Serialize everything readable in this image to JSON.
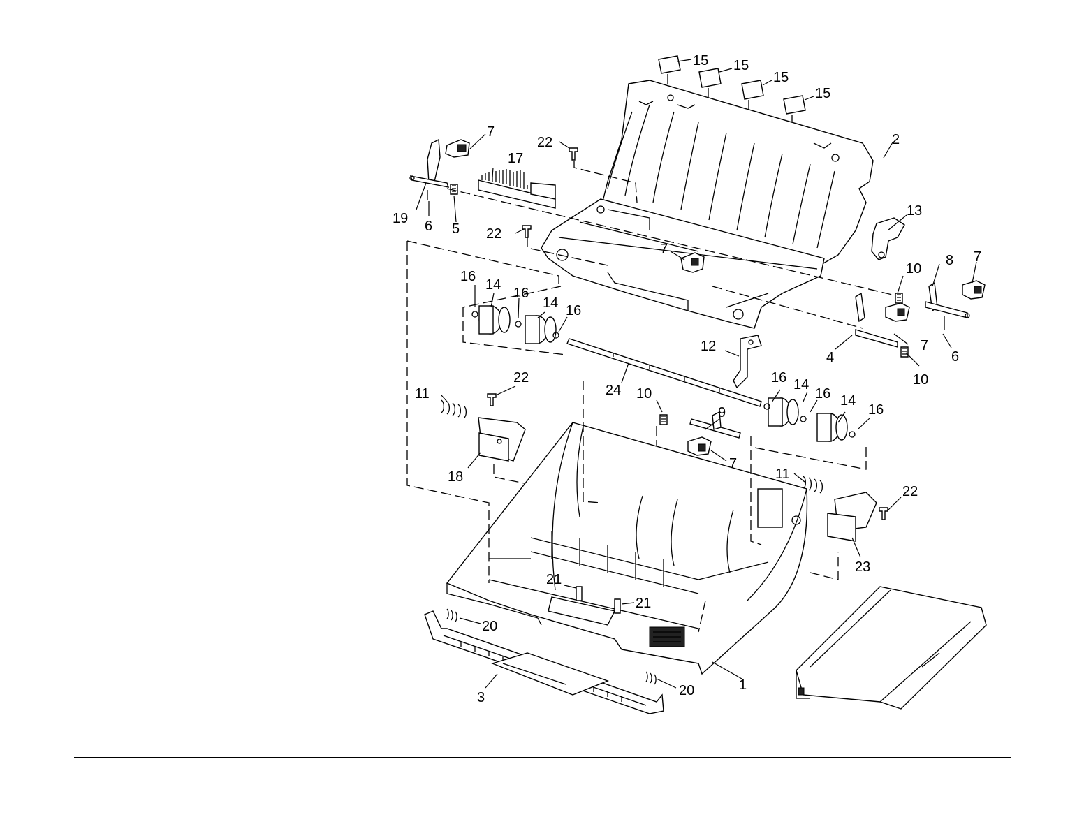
{
  "diagram": {
    "callouts": [
      {
        "id": "c15a",
        "text": "15"
      },
      {
        "id": "c15b",
        "text": "15"
      },
      {
        "id": "c15c",
        "text": "15"
      },
      {
        "id": "c15d",
        "text": "15"
      },
      {
        "id": "c7a",
        "text": "7"
      },
      {
        "id": "c22a",
        "text": "22"
      },
      {
        "id": "c17",
        "text": "17"
      },
      {
        "id": "c2",
        "text": "2"
      },
      {
        "id": "c19",
        "text": "19"
      },
      {
        "id": "c6a",
        "text": "6"
      },
      {
        "id": "c5",
        "text": "5"
      },
      {
        "id": "c22b",
        "text": "22"
      },
      {
        "id": "c13",
        "text": "13"
      },
      {
        "id": "c7b",
        "text": "7"
      },
      {
        "id": "c10a",
        "text": "10"
      },
      {
        "id": "c8",
        "text": "8"
      },
      {
        "id": "c7c",
        "text": "7"
      },
      {
        "id": "c16a",
        "text": "16"
      },
      {
        "id": "c14a",
        "text": "14"
      },
      {
        "id": "c16b",
        "text": "16"
      },
      {
        "id": "c14b",
        "text": "14"
      },
      {
        "id": "c16c",
        "text": "16"
      },
      {
        "id": "c7d",
        "text": "7"
      },
      {
        "id": "c4",
        "text": "4"
      },
      {
        "id": "c6b",
        "text": "6"
      },
      {
        "id": "c12",
        "text": "12"
      },
      {
        "id": "c10b",
        "text": "10"
      },
      {
        "id": "c22c",
        "text": "22"
      },
      {
        "id": "c11a",
        "text": "11"
      },
      {
        "id": "c24",
        "text": "24"
      },
      {
        "id": "c10c",
        "text": "10"
      },
      {
        "id": "c9",
        "text": "9"
      },
      {
        "id": "c16d",
        "text": "16"
      },
      {
        "id": "c14c",
        "text": "14"
      },
      {
        "id": "c16e",
        "text": "16"
      },
      {
        "id": "c14d",
        "text": "14"
      },
      {
        "id": "c16f",
        "text": "16"
      },
      {
        "id": "c18",
        "text": "18"
      },
      {
        "id": "c7e",
        "text": "7"
      },
      {
        "id": "c11b",
        "text": "11"
      },
      {
        "id": "c22d",
        "text": "22"
      },
      {
        "id": "c23",
        "text": "23"
      },
      {
        "id": "c21a",
        "text": "21"
      },
      {
        "id": "c21b",
        "text": "21"
      },
      {
        "id": "c20a",
        "text": "20"
      },
      {
        "id": "c1",
        "text": "1"
      },
      {
        "id": "c3",
        "text": "3"
      },
      {
        "id": "c20b",
        "text": "20"
      }
    ]
  }
}
